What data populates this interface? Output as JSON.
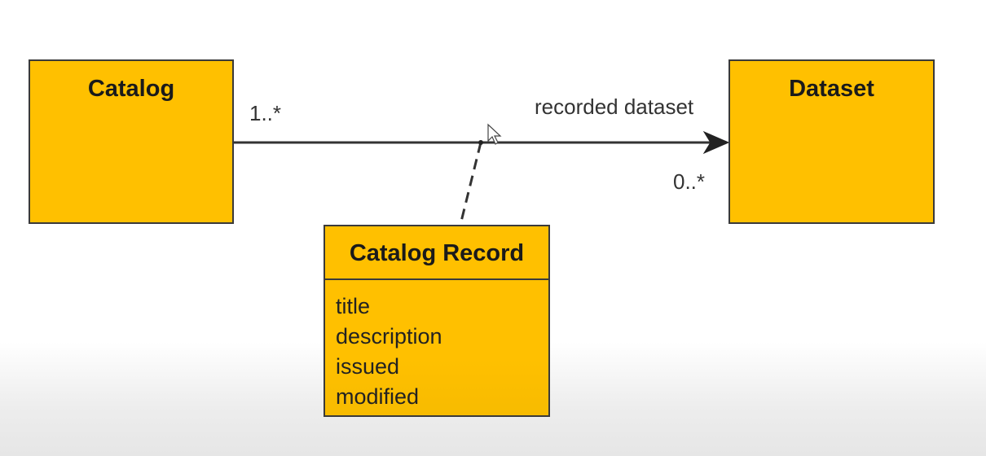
{
  "classes": {
    "catalog": {
      "name": "Catalog"
    },
    "dataset": {
      "name": "Dataset"
    },
    "catalog_record": {
      "name": "Catalog Record",
      "attributes": [
        "title",
        "description",
        "issued",
        "modified"
      ]
    }
  },
  "association": {
    "source_multiplicity": "1..*",
    "target_role": "recorded dataset",
    "target_multiplicity": "0..*"
  },
  "colors": {
    "class_fill": "#ffc000",
    "class_border": "#3a3a3a",
    "line": "#333333"
  }
}
